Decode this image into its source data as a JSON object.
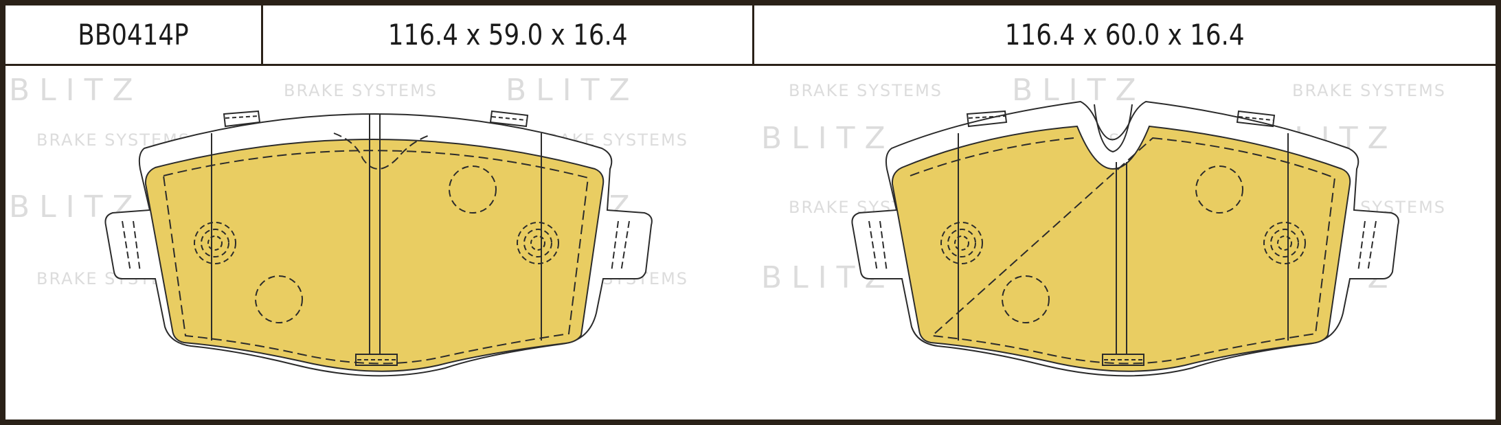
{
  "header": {
    "part_number": "BB0414P",
    "dims_left": "116.4 x 59.0 x 16.4",
    "dims_right": "116.4 x 60.0 x 16.4"
  },
  "watermark": {
    "brand": "B L I T Z",
    "tagline": "BRAKE SYSTEMS"
  },
  "colors": {
    "frame": "#2a2118",
    "pad_fill": "#e9cd62",
    "outline": "#2b2b2b",
    "watermark": "#dcdcdc"
  }
}
